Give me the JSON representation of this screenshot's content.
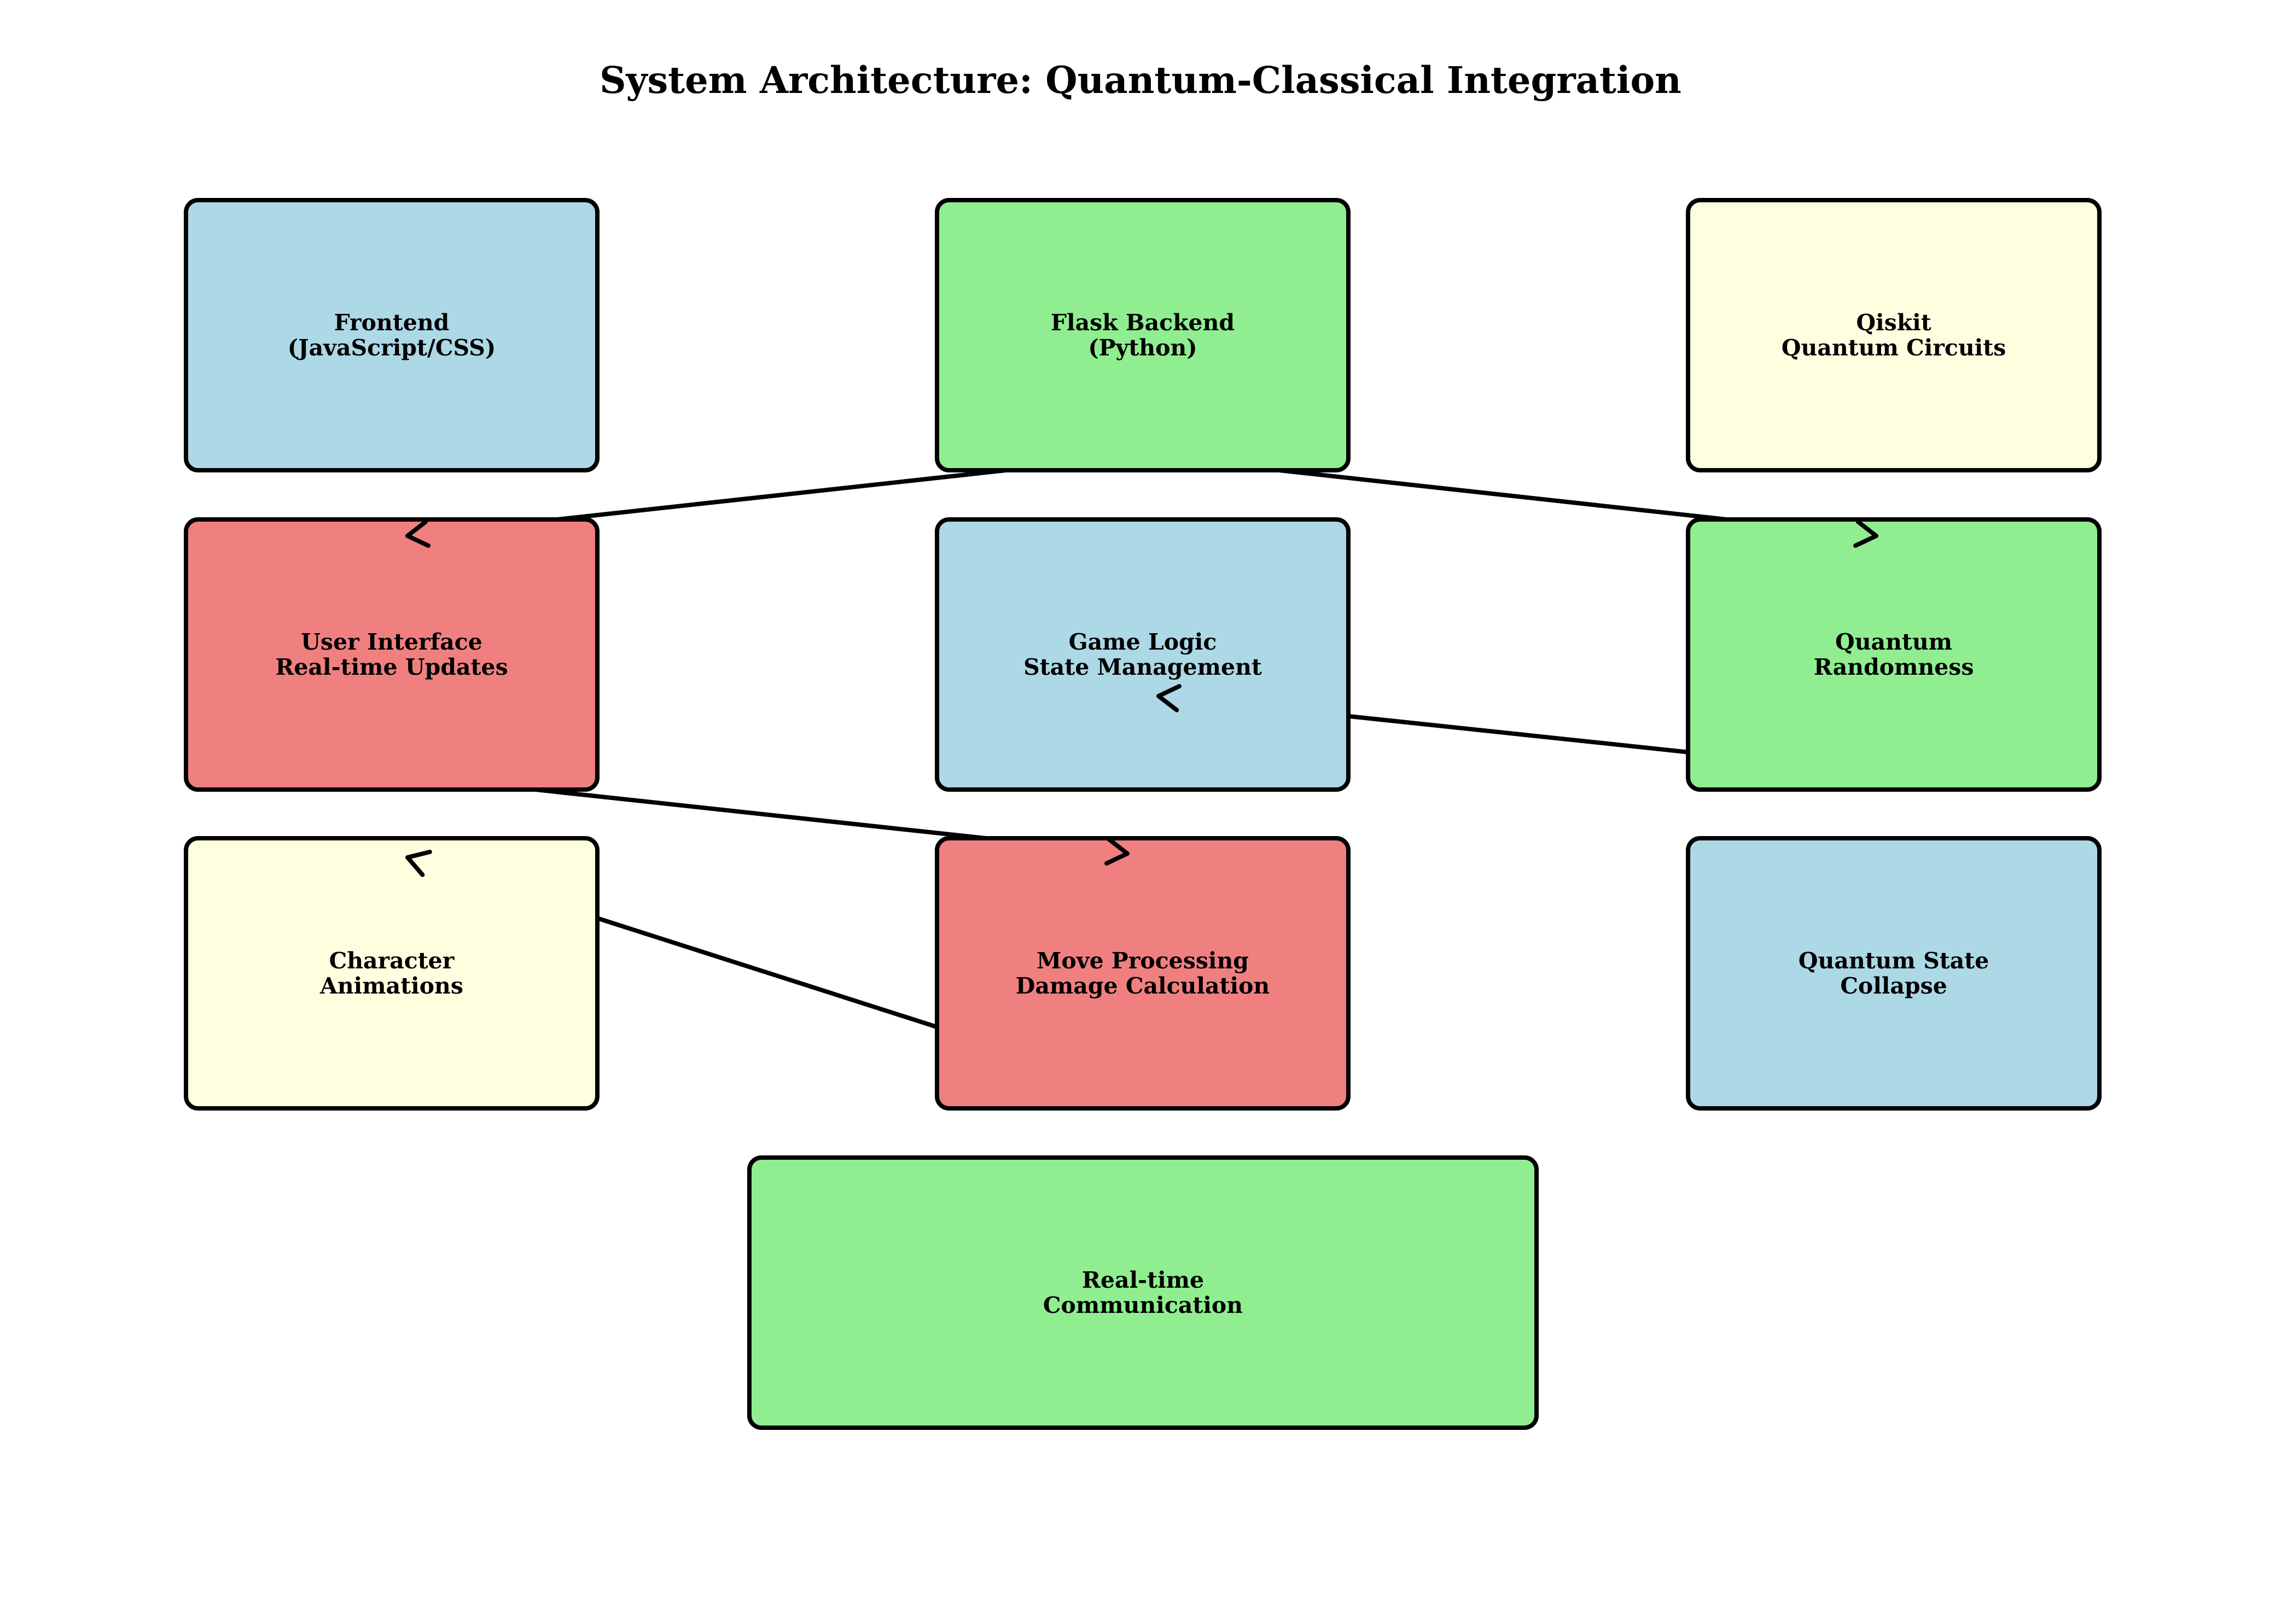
{
  "title": "System Architecture: Quantum-Classical Integration",
  "colors": {
    "blue": "#add8e6",
    "green": "#90ee90",
    "yellow": "#ffffe0",
    "red": "#f08080",
    "border": "#000000"
  },
  "nodes": [
    {
      "id": "frontend",
      "lines": [
        "Frontend",
        "(JavaScript/CSS)"
      ],
      "color": "blue"
    },
    {
      "id": "flask-backend",
      "lines": [
        "Flask Backend",
        "(Python)"
      ],
      "color": "green"
    },
    {
      "id": "qiskit",
      "lines": [
        "Qiskit",
        "Quantum Circuits"
      ],
      "color": "yellow"
    },
    {
      "id": "user-interface",
      "lines": [
        "User Interface",
        "Real-time Updates"
      ],
      "color": "red"
    },
    {
      "id": "game-logic",
      "lines": [
        "Game Logic",
        "State Management"
      ],
      "color": "blue"
    },
    {
      "id": "quantum-randomness",
      "lines": [
        "Quantum",
        "Randomness"
      ],
      "color": "green"
    },
    {
      "id": "character-animations",
      "lines": [
        "Character",
        "Animations"
      ],
      "color": "yellow"
    },
    {
      "id": "move-processing",
      "lines": [
        "Move Processing",
        "Damage Calculation"
      ],
      "color": "red"
    },
    {
      "id": "quantum-state-collapse",
      "lines": [
        "Quantum State",
        "Collapse"
      ],
      "color": "blue"
    },
    {
      "id": "real-time-communication",
      "lines": [
        "Real-time",
        "Communication"
      ],
      "color": "green"
    }
  ],
  "edges": [
    {
      "from": "flask-backend",
      "to": "user-interface"
    },
    {
      "from": "flask-backend",
      "to": "quantum-randomness"
    },
    {
      "from": "quantum-randomness",
      "to": "game-logic"
    },
    {
      "from": "user-interface",
      "to": "move-processing"
    },
    {
      "from": "move-processing",
      "to": "character-animations"
    }
  ]
}
